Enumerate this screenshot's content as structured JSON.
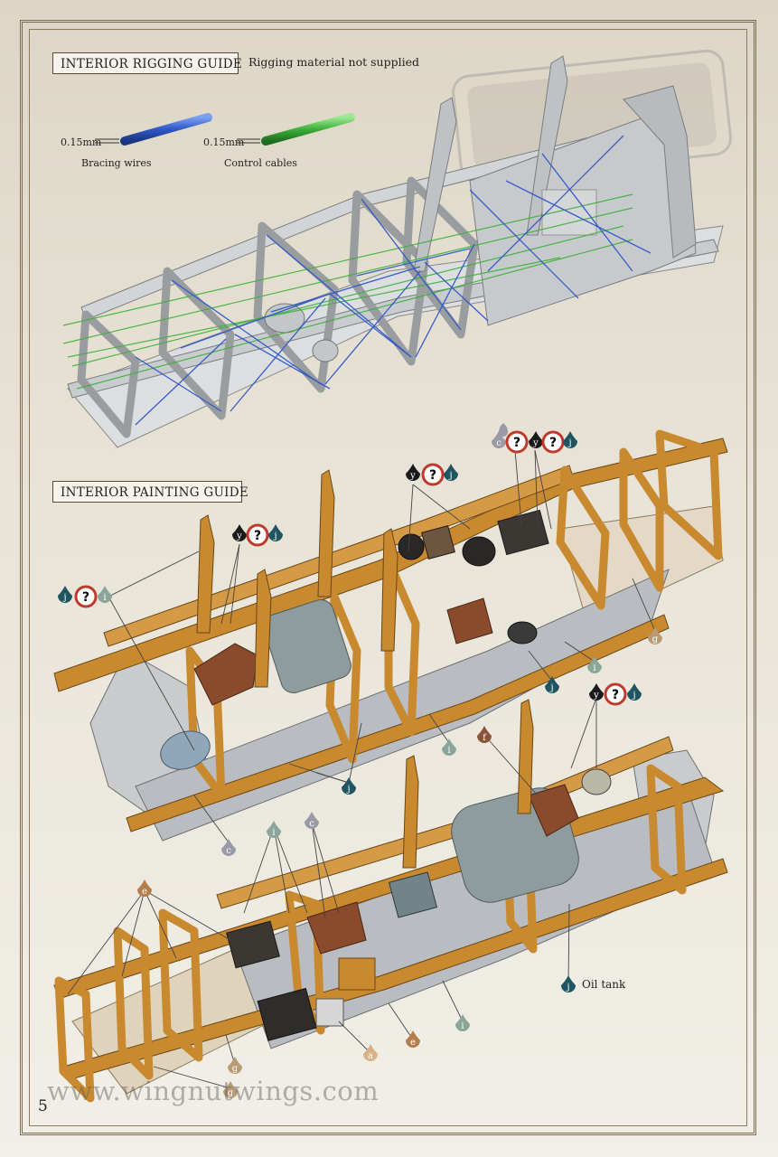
{
  "rigging": {
    "title": "INTERIOR RIGGING GUIDE",
    "note": "Rigging material not supplied",
    "legend": [
      {
        "size": "0.15mm",
        "label": "Bracing wires",
        "color": "#2f57c8"
      },
      {
        "size": "0.15mm",
        "label": "Control cables",
        "color": "#3db03a"
      }
    ]
  },
  "painting": {
    "title": "INTERIOR PAINTING GUIDE",
    "callout_oil_tank": "Oil tank"
  },
  "colors": {
    "wood": "#c8892f",
    "grey_part": "#cfd2d4",
    "teal_j": "#1e5560",
    "sage_i": "#8aa69a",
    "grey_c": "#9a9aa6",
    "tan_e": "#b57d4a",
    "brown_f": "#8a5236",
    "sand_g": "#b99a74",
    "light_a": "#d8b184",
    "black_y": "#1a1a1a"
  },
  "watermark": "www.wingnutwings.com",
  "page_number": "5"
}
